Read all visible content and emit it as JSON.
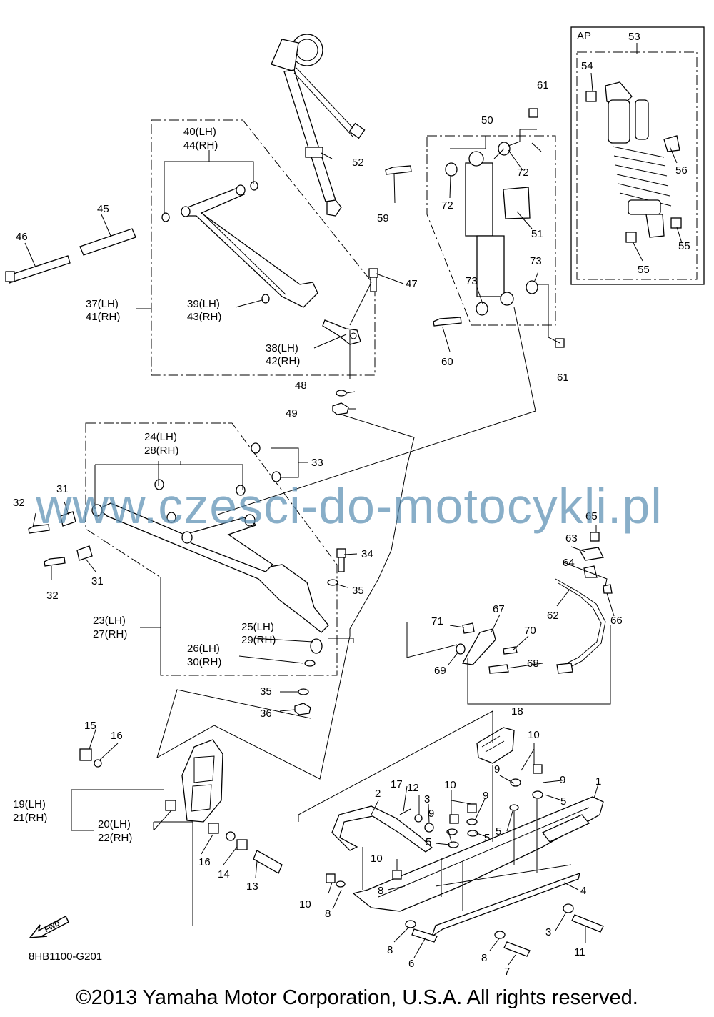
{
  "diagram": {
    "watermark": "www.czesci-do-motocykli.pl",
    "diagram_code": "8HB1100-G201",
    "copyright": "©2013 Yamaha Motor Corporation, U.S.A. All rights reserved.",
    "fwd_label": "FWD",
    "ap_label": "AP",
    "labels": {
      "1": "1",
      "2": "2",
      "3": "3",
      "4": "4",
      "5": "5",
      "6": "6",
      "7": "7",
      "8": "8",
      "9": "9",
      "10": "10",
      "11": "11",
      "12": "12",
      "13": "13",
      "14": "14",
      "15": "15",
      "16": "16",
      "17": "17",
      "18": "18",
      "19": "19(LH)",
      "21": "21(RH)",
      "20": "20(LH)",
      "22": "22(RH)",
      "23": "23(LH)",
      "27": "27(RH)",
      "24": "24(LH)",
      "28": "28(RH)",
      "25": "25(LH)",
      "29": "29(RH)",
      "26": "26(LH)",
      "30": "30(RH)",
      "31": "31",
      "32": "32",
      "33": "33",
      "34": "34",
      "35": "35",
      "36": "36",
      "37": "37(LH)",
      "41": "41(RH)",
      "38": "38(LH)",
      "42": "42(RH)",
      "39": "39(LH)",
      "43": "43(RH)",
      "40": "40(LH)",
      "44": "44(RH)",
      "45": "45",
      "46": "46",
      "47": "47",
      "48": "48",
      "49": "49",
      "50": "50",
      "51": "51",
      "52": "52",
      "53": "53",
      "54": "54",
      "55": "55",
      "56": "56",
      "59": "59",
      "60": "60",
      "61": "61",
      "62": "62",
      "63": "63",
      "64": "64",
      "65": "65",
      "66": "66",
      "67": "67",
      "68": "68",
      "69": "69",
      "70": "70",
      "71": "71",
      "72": "72",
      "73": "73"
    }
  }
}
